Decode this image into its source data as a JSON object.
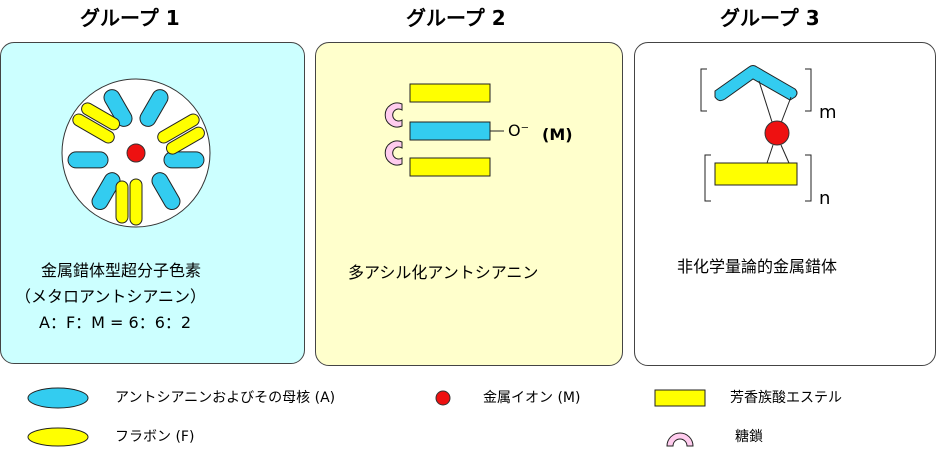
{
  "groups": [
    {
      "title": "グループ 1",
      "color": "#ccffff",
      "lines": [
        "金属錯体型超分子色素",
        "（メタロアントシアニン）",
        "A：F：M = 6：6：2"
      ]
    },
    {
      "title": "グループ 2",
      "color": "#ffffcc",
      "lines": [
        "多アシル化アントシアニン"
      ],
      "anion_label": "O⁻",
      "m_label": "(M)"
    },
    {
      "title": "グループ 3",
      "color": "#ffffff",
      "lines": [
        "非化学量論的金属錯体"
      ],
      "sub_m": "m",
      "sub_n": "n"
    }
  ],
  "legend": [
    {
      "label": "アントシアニンおよびその母核 (A)",
      "icon": "blue-ellipse-icon",
      "color": "#33ccf0"
    },
    {
      "label": "金属イオン (M)",
      "icon": "red-circle-icon",
      "color": "#ee1111"
    },
    {
      "label": "芳香族酸エステル",
      "icon": "yellow-rect-icon",
      "color": "#ffff00"
    },
    {
      "label": "フラボン (F)",
      "icon": "yellow-ellipse-icon",
      "color": "#ffff00"
    },
    {
      "label": "糖鎖",
      "icon": "pink-arc-icon",
      "color": "#ffccee"
    }
  ]
}
